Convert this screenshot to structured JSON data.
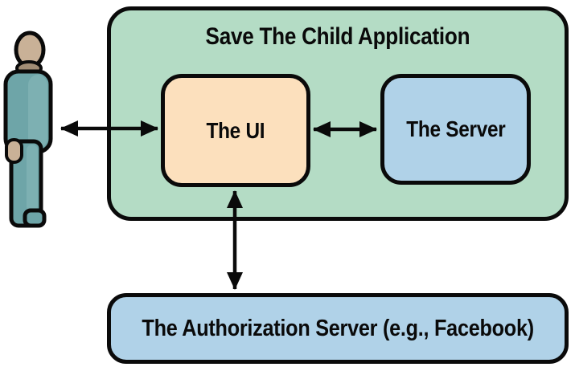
{
  "colors": {
    "ink": "#0a0a0a",
    "green": "#b4dcc5",
    "peach": "#fce0bd",
    "blue": "#b0d2e8",
    "skin": "#c9b197",
    "skin-shadow": "#a28d75",
    "teal": "#6ea5a8",
    "teal-light": "#7db0b2"
  },
  "icons": {
    "actor": "person-icon"
  },
  "diagram": {
    "app_container": {
      "title": "Save The Child Application"
    },
    "ui_box": {
      "label": "The UI"
    },
    "server_box": {
      "label": "The Server"
    },
    "auth_box": {
      "label": "The Authorization Server (e.g., Facebook)"
    },
    "connections": [
      {
        "from": "user",
        "to": "the-ui",
        "bidirectional": true
      },
      {
        "from": "the-ui",
        "to": "the-server",
        "bidirectional": true
      },
      {
        "from": "the-ui",
        "to": "authorization-server",
        "bidirectional": true
      }
    ]
  }
}
